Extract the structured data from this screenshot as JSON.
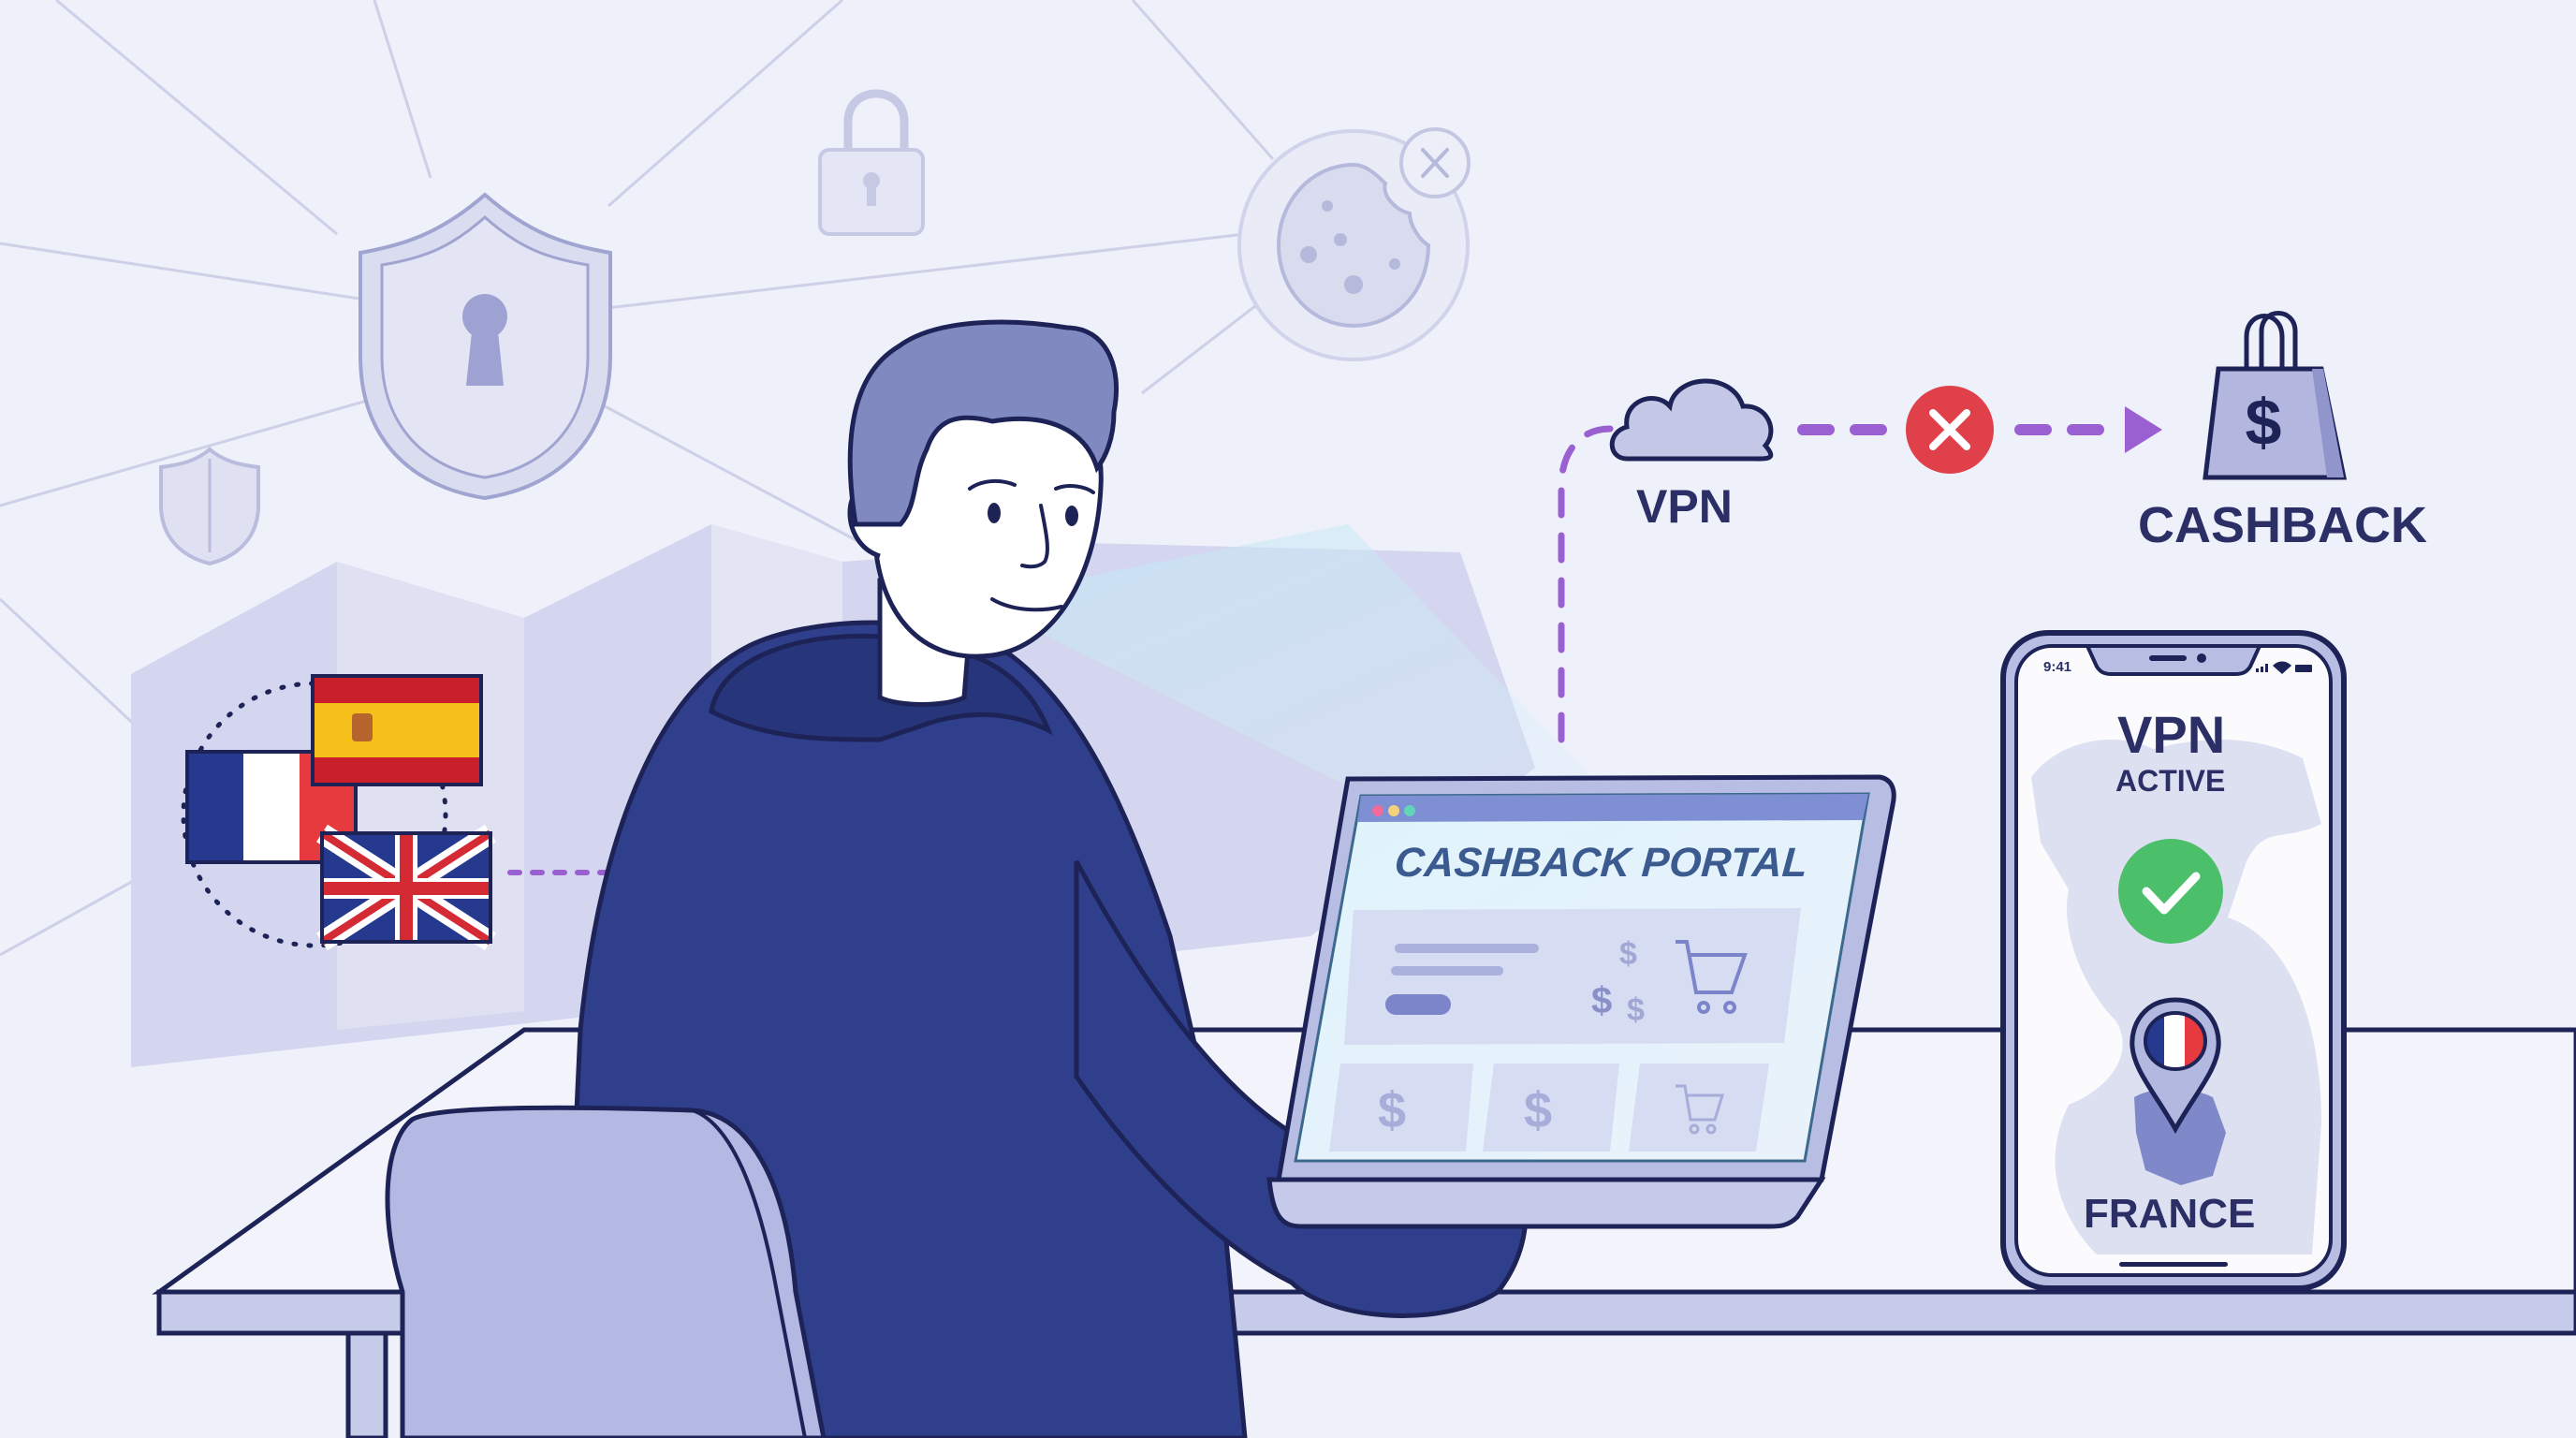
{
  "scene": {
    "description": "Person at laptop using VPN to access a cashback portal; VPN connection to cashback is blocked",
    "colors": {
      "background": "#eef0fa",
      "hoodie": "#2f3f8c",
      "hair": "#8089c0",
      "outline": "#1d2357",
      "accent_purple": "#9a5fd0",
      "error_red": "#e0404a",
      "success_green": "#4cbf6b",
      "chair": "#b3b9e2",
      "desk": "#c7cbea"
    }
  },
  "flow": {
    "source_label": "VPN",
    "blocked_icon": "x-circle-icon",
    "target_label": "CASHBACK",
    "target_icon": "shopping-bag-dollar-icon"
  },
  "laptop": {
    "screen_title": "CASHBACK PORTAL",
    "window_dots": [
      "#f06a9a",
      "#f5d27a",
      "#5fd6b8"
    ],
    "tiles": [
      "dollar-icon",
      "dollar-icon",
      "cart-icon"
    ]
  },
  "phone": {
    "status_time": "9:41",
    "status_icons": [
      "signal-icon",
      "wifi-icon",
      "battery-icon"
    ],
    "title": "VPN",
    "subtitle": "ACTIVE",
    "status_icon": "check-circle-icon",
    "location_label": "FRANCE",
    "location_flag": "france-flag"
  },
  "flags": [
    "Spain",
    "France",
    "United Kingdom"
  ],
  "background_icons": [
    "shield-keyhole-icon",
    "padlock-icon",
    "cookie-blocked-icon",
    "small-shield-icon"
  ]
}
